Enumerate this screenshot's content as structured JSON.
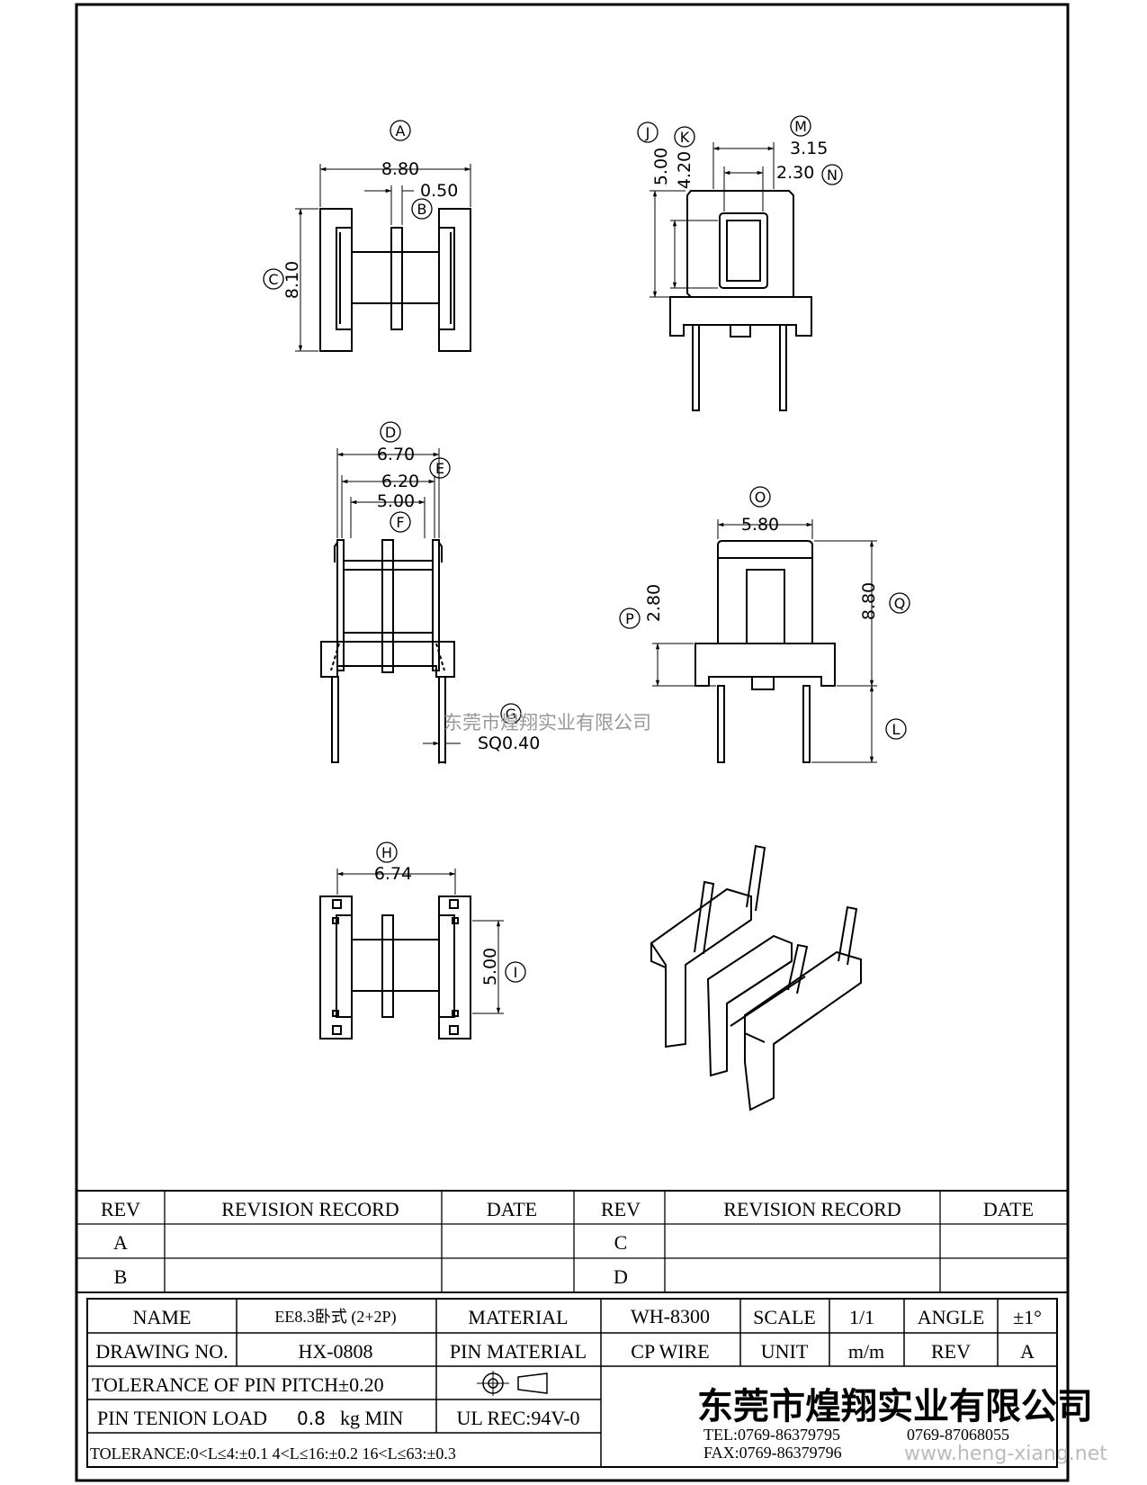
{
  "views": {
    "top": {
      "A": "8.80",
      "B": "0.50",
      "C": "8.10"
    },
    "end": {
      "J": "5.00",
      "K": "4.20",
      "M": "3.15",
      "N": "2.30"
    },
    "front": {
      "D": "6.70",
      "E": "6.20",
      "F": "5.00",
      "G": "SQ0.40"
    },
    "side": {
      "O": "5.80",
      "P": "2.80",
      "Q": "8.80",
      "L": ""
    },
    "bottom": {
      "H": "6.74",
      "I": "5.00"
    },
    "labels": [
      "A",
      "B",
      "C",
      "D",
      "E",
      "F",
      "G",
      "H",
      "I",
      "J",
      "K",
      "L",
      "M",
      "N",
      "O",
      "P",
      "Q"
    ]
  },
  "watermark": {
    "company": "东莞市煌翔实业有限公司",
    "site": "www.heng-xiang.net"
  },
  "revision_table": {
    "headers": [
      "REV",
      "REVISION RECORD",
      "DATE",
      "REV",
      "REVISION RECORD",
      "DATE"
    ],
    "rows": [
      [
        "A",
        "",
        "",
        "C",
        "",
        ""
      ],
      [
        "B",
        "",
        "",
        "D",
        "",
        ""
      ]
    ]
  },
  "title_block": {
    "name_label": "NAME",
    "name_value": "EE8.3卧式 (2+2P)",
    "material_label": "MATERIAL",
    "material_value": "WH-8300",
    "scale_label": "SCALE",
    "scale_value": "1/1",
    "angle_label": "ANGLE",
    "angle_value": "±1°",
    "drawing_no_label": "DRAWING NO.",
    "drawing_no_value": "HX-0808",
    "pin_material_label": "PIN MATERIAL",
    "pin_material_value": "CP WIRE",
    "unit_label": "UNIT",
    "unit_value": "m/m",
    "rev_label": "REV",
    "rev_value": "A",
    "pin_pitch": "TOLERANCE OF PIN PITCH±0.20",
    "tension_label": "PIN TENION LOAD",
    "tension_value": "0.8",
    "tension_unit": "kg MIN",
    "ul": "UL REC:94V-0",
    "tolerance": "TOLERANCE:0<L≤4:±0.1  4<L≤16:±0.2  16<L≤63:±0.3",
    "company": "东莞市煌翔实业有限公司",
    "tel": "TEL:0769-86379795",
    "tel2": "0769-87068055",
    "fax": "FAX:0769-86379796"
  }
}
